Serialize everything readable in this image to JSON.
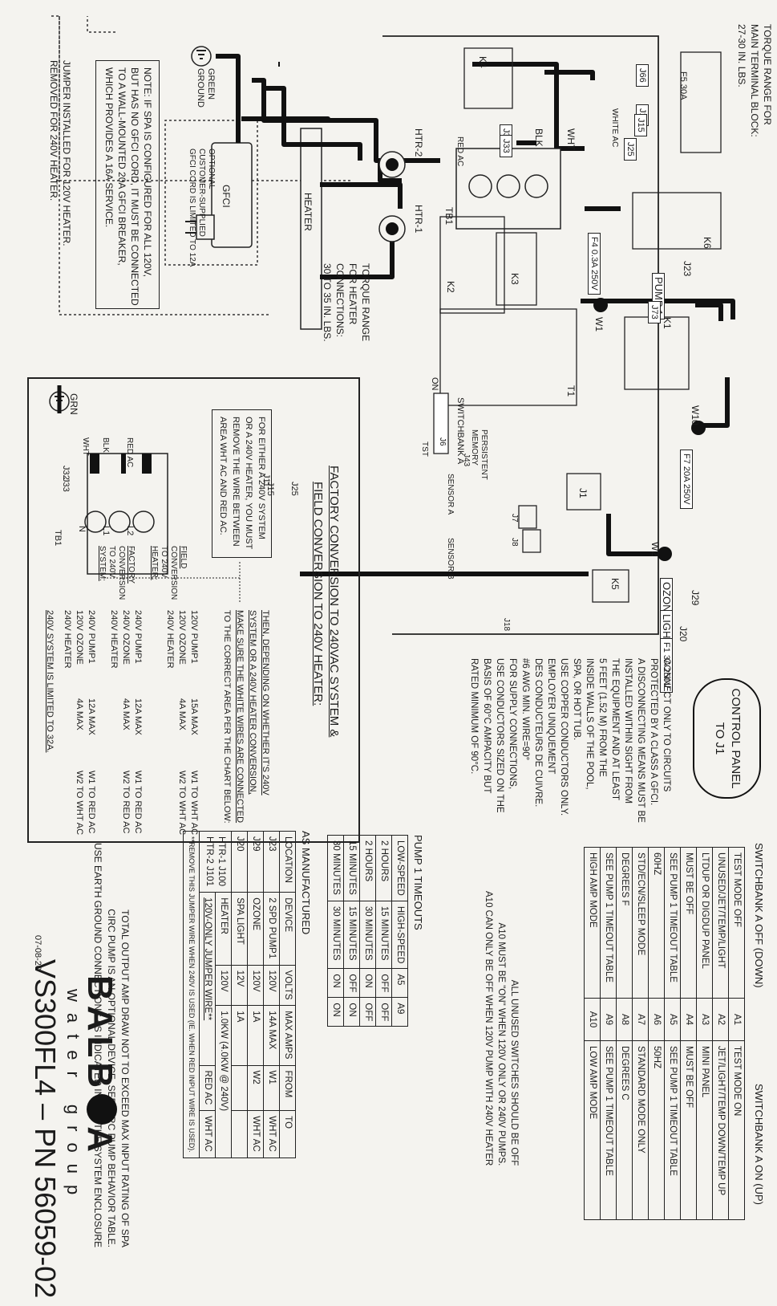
{
  "torque_main": [
    "TORQUE RANGE FOR",
    "MAIN TERMINAL BLOCK:",
    "27-30 IN. LBS."
  ],
  "torque_heater": [
    "TORQUE RANGE",
    "FOR HEATER",
    "CONNECTIONS:",
    "30 TO 35 IN. LBS."
  ],
  "components": {
    "f5": "F5 30A",
    "j66": "J66",
    "j11": "J11",
    "j15": "J15",
    "j25": "J25",
    "j32": "J32",
    "j33": "J33",
    "white_ac": "WHITE AC",
    "red_ac": "RED AC",
    "wht": "WHT",
    "blk": "BLK",
    "n": "N",
    "l1": "L1",
    "l2": "L2",
    "tb1": "TB1",
    "k4": "K4",
    "k6": "K6",
    "k2": "K2",
    "k3": "K3",
    "k1": "K1",
    "k5": "K5",
    "htr2": "HTR-2",
    "htr1": "HTR-1",
    "f4": "F4 0.3A 250V",
    "pump1": "PUMP 1",
    "j23": "J23",
    "j73": "J73",
    "w1": "W1",
    "w10": "W10",
    "w2": "W2",
    "t1": "T1",
    "f7": "F7 20A 250V",
    "j1": "J1",
    "switchbank": "SWITCHBANK A",
    "on": "ON",
    "j6": "J6",
    "tst": "TST",
    "persistent": [
      "PERSISTENT",
      "MEMORY"
    ],
    "j43": "J43",
    "j7": "J7",
    "j8": "J8",
    "sensor_a": "SENSOR A",
    "sensor_b": "SENSOR B",
    "ozone": "OZONE",
    "light": "LIGHT",
    "j29": "J29",
    "j20": "J20",
    "f1": "F1 3A 250V",
    "j18": "J18",
    "heater": "HEATER",
    "gfci": "GFCI",
    "green_ground": [
      "GREEN",
      "GROUND"
    ],
    "optional": [
      "OPTIONAL",
      "CUSTOMER-SUPPLIED",
      "GFCI CORD IS LIMITED TO 12A"
    ]
  },
  "note_gfci": [
    "NOTE: IF SPA IS CONFIGURED FOR ALL 120V,",
    "BUT HAS NO GFCI CORD, IT MUST BE CONNECTED",
    "TO A WALL-MOUNTED 20A GFCI BREAKER,",
    "WHICH PROVIDES A 16A SERVICE."
  ],
  "jumper_note": [
    "JUMPER INSTALLED FOR 120V HEATER.",
    "REMOVED FOR 240V HEATER."
  ],
  "conversion": {
    "title1": "FACTORY CONVERSION TO 240VAC SYSTEM &",
    "title2": "FIELD CONVERSION TO 240V HEATER:",
    "box_note": [
      "FOR EITHER A 240V SYSTEM",
      "OR A 240V HEATER, YOU MUST",
      "REMOVE THE WIRE BETWEEN",
      "AREA WHT AC AND RED AC."
    ],
    "then": [
      "THEN, DEPENDING ON WHETHER IT'S 240V",
      "SYSTEM OR A 240V HEATER CONVERSION,",
      "MAKE SURE THE WHITE WIRES ARE CONNECTED",
      "TO THE CORRECT AREA PER THE CHART BELOW:"
    ],
    "grn": "GRN",
    "field_label": [
      "FIELD",
      "CONVERSION",
      "TO 240V",
      "HEATER:"
    ],
    "factory_label": [
      "FACTORY",
      "CONVERSION",
      "TO 240V",
      "SYSTEM:"
    ],
    "field_rows": [
      [
        "120V PUMP1",
        "15A MAX",
        "W1 TO WHT AC"
      ],
      [
        "120V OZONE",
        "4A MAX",
        "W2 TO WHT AC"
      ],
      [
        "240V HEATER",
        "",
        ""
      ]
    ],
    "factory_rows": [
      [
        "240V PUMP1",
        "12A MAX",
        "W1 TO RED AC"
      ],
      [
        "240V OZONE",
        "4A MAX",
        "W2 TO RED AC"
      ],
      [
        "240V HEATER",
        "",
        ""
      ]
    ],
    "mix_rows": [
      [
        "240V PUMP1",
        "12A MAX",
        "W1 TO RED AC"
      ],
      [
        "120V OZONE",
        "4A MAX",
        "W2 TO WHT AC"
      ],
      [
        "240V HEATER",
        "",
        ""
      ]
    ],
    "limit": "240V SYSTEM IS LIMITED TO 32A."
  },
  "control_panel": [
    "CONTROL PANEL",
    "TO J1"
  ],
  "warnings": [
    "CONNECT ONLY TO CIRCUITS",
    "PROTECTED BY A CLASS A GFCI.",
    "",
    "A DISCONNECTING MEANS MUST BE",
    "INSTALLED WITHIN SIGHT FROM",
    "THE EQUIPMENT AND AT LEAST",
    "5 FEET (1.52 M) FROM THE",
    "INSIDE WALLS OF THE POOL,",
    "SPA, OR HOT TUB.",
    "",
    "USE COPPER CONDUCTORS ONLY.",
    "EMPLOYER UNIQUEMENT",
    "DES CONDUCTEURS DE CUIVRE.",
    "#6 AWG MIN. WIRE=90°",
    "FOR SUPPLY CONNECTIONS,",
    "USE CONDUCTORS SIZED ON THE",
    "BASIS OF 60°C AMPACITY BUT",
    "RATED MINIMUM OF 90°C."
  ],
  "switchbank": {
    "off_title": "SWITCHBANK A OFF (DOWN)",
    "on_title": "SWITCHBANK A ON (UP)",
    "rows": [
      {
        "off": "TEST MODE OFF",
        "sw": "A1",
        "on": "TEST MODE ON"
      },
      {
        "off": "UNUSED/JET/TEMP/LIGHT",
        "sw": "A2",
        "on": "JET/LIGHT/TEMP DOWN/TEMP UP"
      },
      {
        "off": "LTDUP OR DIGDUP PANEL",
        "sw": "A3",
        "on": "MINI PANEL"
      },
      {
        "off": "MUST BE OFF",
        "sw": "A4",
        "on": "MUST BE OFF"
      },
      {
        "off": "SEE PUMP 1 TIMEOUT TABLE",
        "sw": "A5",
        "on": "SEE PUMP 1 TIMEOUT TABLE"
      },
      {
        "off": "60HZ",
        "sw": "A6",
        "on": "50HZ"
      },
      {
        "off": "STD/ECN/SLEEP MODE",
        "sw": "A7",
        "on": "STANDARD MODE ONLY"
      },
      {
        "off": "DEGREES F",
        "sw": "A8",
        "on": "DEGREES C"
      },
      {
        "off": "SEE PUMP 1 TIMEOUT TABLE",
        "sw": "A9",
        "on": "SEE PUMP 1 TIMEOUT TABLE"
      },
      {
        "off": "HIGH AMP MODE",
        "sw": "A10",
        "on": "LOW AMP MODE"
      }
    ],
    "notes": [
      "ALL UNUSED SWITCHES SHOULD BE OFF",
      "A10 MUST BE \"ON\" WHEN 120V ONLY OR 240V PUMPS.",
      "A10 CAN ONLY BE OFF WHEN 120V PUMP WITH 240V HEATER"
    ]
  },
  "pump_timeouts": {
    "title": "PUMP 1 TIMEOUTS",
    "header": [
      "LOW-SPEED",
      "HIGH-SPEED",
      "A5",
      "A9"
    ],
    "rows": [
      [
        "2 HOURS",
        "15 MINUTES",
        "OFF",
        "OFF"
      ],
      [
        "2 HOURS",
        "30 MINUTES",
        "ON",
        "OFF"
      ],
      [
        "15 MINUTES",
        "15 MINUTES",
        "OFF",
        "ON"
      ],
      [
        "30 MINUTES",
        "30 MINUTES",
        "ON",
        "ON"
      ]
    ]
  },
  "as_manufactured": {
    "title": "AS MANUFACTURED",
    "header": [
      "LOCATION",
      "DEVICE",
      "VOLTS",
      "MAX AMPS",
      "FROM",
      "TO"
    ],
    "rows": [
      [
        "J23",
        "2 SPD PUMP1",
        "120V",
        "14A MAX",
        "W1",
        "WHT AC"
      ],
      [
        "J29",
        "OZONE",
        "120V",
        "1A",
        "W2",
        "WHT AC"
      ],
      [
        "J20",
        "SPA LIGHT",
        "12V",
        "1A",
        "",
        ""
      ]
    ],
    "htr_loc": [
      "HTR-1 J100",
      "HTR-2 J101"
    ],
    "htr_device": "HEATER",
    "htr_volts": "120V",
    "htr_amps": "1.0KW (4.0KW @ 240V)",
    "jumper_wire": "120V-ONLY JUMPER WIRE**",
    "jumper_from": "RED AC",
    "jumper_to": "WHT AC",
    "remove_note": "**REMOVE THIS JUMPER WIRE WHEN 240V IS USED (IE. WHEN RED INPUT WIRE IS USED)."
  },
  "footer_notes": [
    "TOTAL OUTPUT AMP DRAW NOT TO EXCEED MAX INPUT RATING OF SPA",
    "CIRC PUMP IS AN OPTIONAL DEVICE. SEE CIRC PUMP BEHAVIOR TABLE.",
    "USE EARTH GROUND CONNECTIONS AS INDICATED INSIDE THE SYSTEM ENCLOSURE"
  ],
  "date": "07-08-20",
  "brand": {
    "name": "BALB",
    "name_end": "A",
    "tagline": "water group"
  },
  "part_number": "VS300FL4 – PN 56059-02"
}
